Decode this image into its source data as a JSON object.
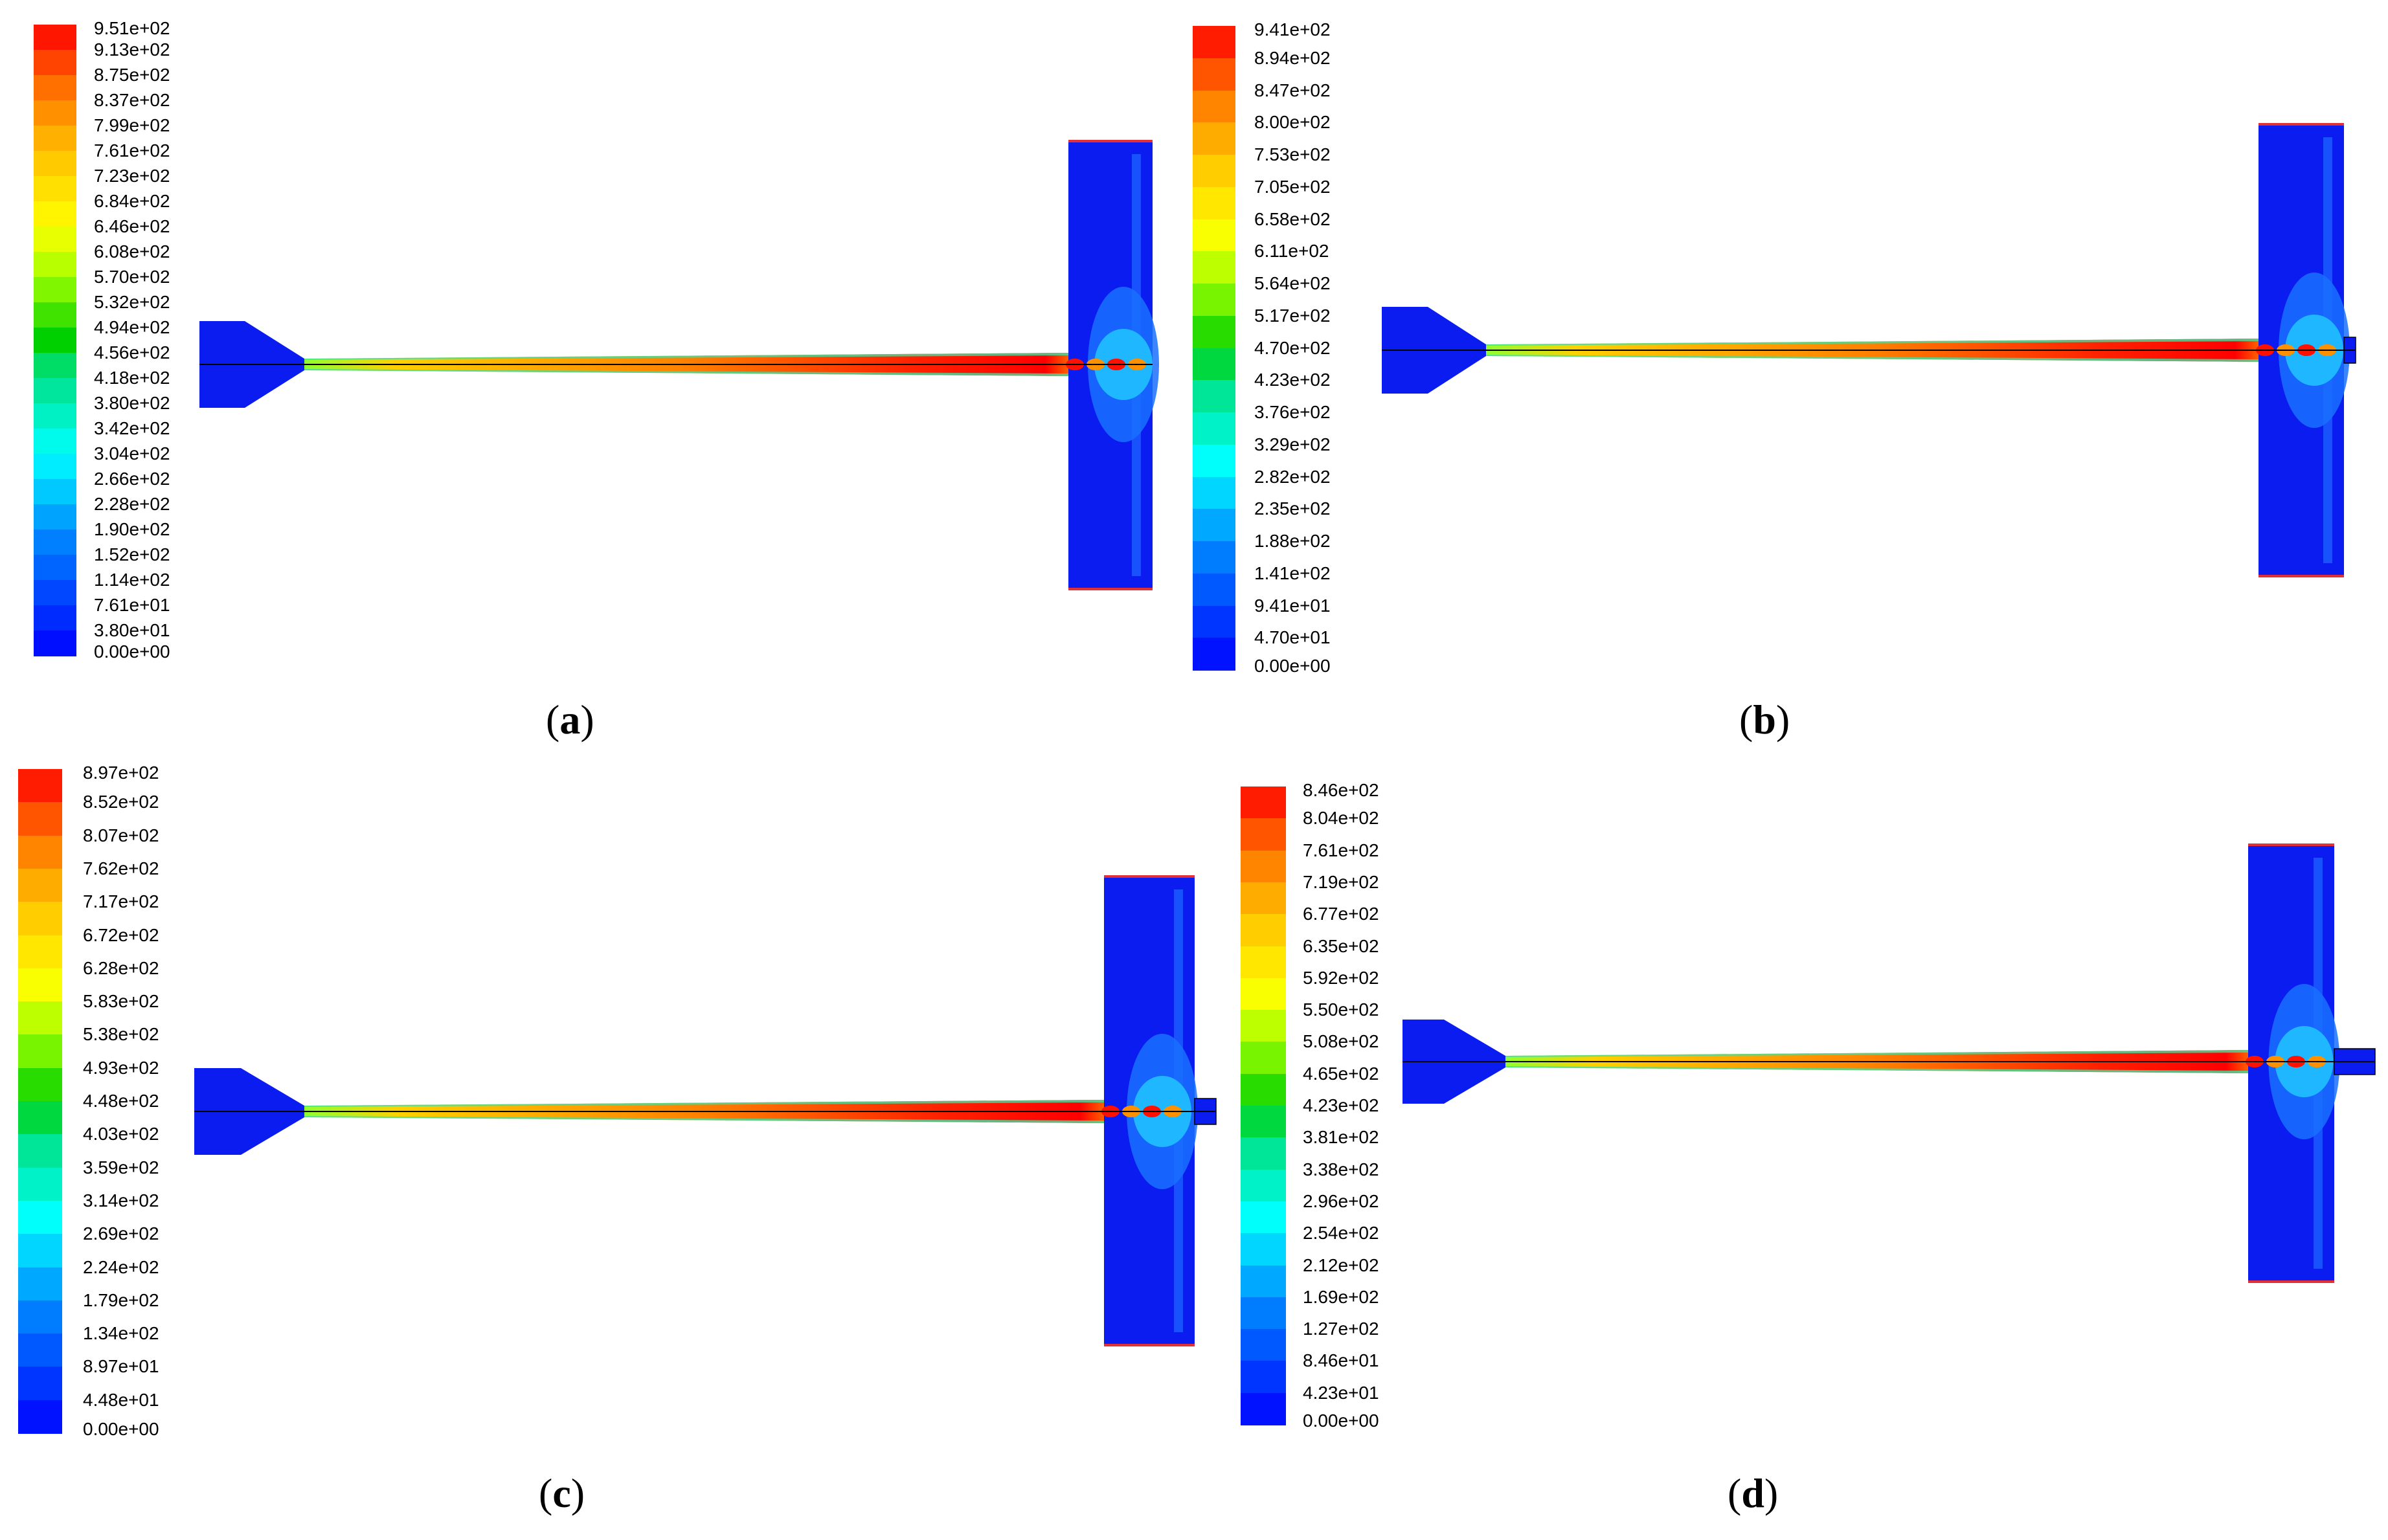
{
  "panels": [
    {
      "id": "a",
      "caption": {
        "open": "(",
        "letter": "a",
        "close": ")"
      },
      "legend": [
        "9.51e+02",
        "9.13e+02",
        "8.75e+02",
        "8.37e+02",
        "7.99e+02",
        "7.61e+02",
        "7.23e+02",
        "6.84e+02",
        "6.46e+02",
        "6.08e+02",
        "5.70e+02",
        "5.32e+02",
        "4.94e+02",
        "4.56e+02",
        "4.18e+02",
        "3.80e+02",
        "3.42e+02",
        "3.04e+02",
        "2.66e+02",
        "2.28e+02",
        "1.90e+02",
        "1.52e+02",
        "1.14e+02",
        "7.61e+01",
        "3.80e+01",
        "0.00e+00"
      ]
    },
    {
      "id": "b",
      "caption": {
        "open": "(",
        "letter": "b",
        "close": ")"
      },
      "legend": [
        "9.41e+02",
        "8.94e+02",
        "8.47e+02",
        "8.00e+02",
        "7.53e+02",
        "7.05e+02",
        "6.58e+02",
        "6.11e+02",
        "5.64e+02",
        "5.17e+02",
        "4.70e+02",
        "4.23e+02",
        "3.76e+02",
        "3.29e+02",
        "2.82e+02",
        "2.35e+02",
        "1.88e+02",
        "1.41e+02",
        "9.41e+01",
        "4.70e+01",
        "0.00e+00"
      ]
    },
    {
      "id": "c",
      "caption": {
        "open": "(",
        "letter": "c",
        "close": ")"
      },
      "legend": [
        "8.97e+02",
        "8.52e+02",
        "8.07e+02",
        "7.62e+02",
        "7.17e+02",
        "6.72e+02",
        "6.28e+02",
        "5.83e+02",
        "5.38e+02",
        "4.93e+02",
        "4.48e+02",
        "4.03e+02",
        "3.59e+02",
        "3.14e+02",
        "2.69e+02",
        "2.24e+02",
        "1.79e+02",
        "1.34e+02",
        "8.97e+01",
        "4.48e+01",
        "0.00e+00"
      ]
    },
    {
      "id": "d",
      "caption": {
        "open": "(",
        "letter": "d",
        "close": ")"
      },
      "legend": [
        "8.46e+02",
        "8.04e+02",
        "7.61e+02",
        "7.19e+02",
        "6.77e+02",
        "6.35e+02",
        "5.92e+02",
        "5.50e+02",
        "5.08e+02",
        "4.65e+02",
        "4.23e+02",
        "3.81e+02",
        "3.38e+02",
        "2.96e+02",
        "2.54e+02",
        "2.12e+02",
        "1.69e+02",
        "1.27e+02",
        "8.46e+01",
        "4.23e+01",
        "0.00e+00"
      ]
    }
  ],
  "colors": {
    "low": "#0a1cf0",
    "high": "#ff0000",
    "outlet_edge": "#e0303a",
    "axis_line": "#000000"
  }
}
